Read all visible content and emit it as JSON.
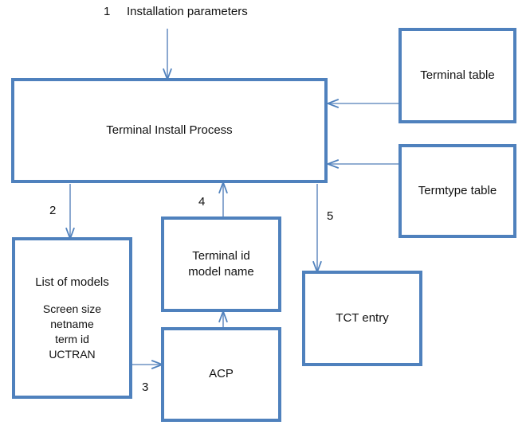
{
  "diagram": {
    "title_label": "Installation parameters",
    "accent_color": "#4f81bd",
    "text_color": "#111111",
    "background_color": "#ffffff",
    "nodes": [
      {
        "id": "terminal-install-process",
        "label": "Terminal Install Process"
      },
      {
        "id": "terminal-table",
        "label": "Terminal table"
      },
      {
        "id": "termtype-table",
        "label": "Termtype table"
      },
      {
        "id": "list-of-models",
        "label_title": "List of models",
        "label_lines": [
          "Screen size",
          "netname",
          "term id",
          "UCTRAN"
        ]
      },
      {
        "id": "terminal-id-model-name",
        "label_line1": "Terminal id",
        "label_line2": "model name"
      },
      {
        "id": "acp",
        "label": "ACP"
      },
      {
        "id": "tct-entry",
        "label": "TCT entry"
      }
    ],
    "flow_numbers": {
      "one": "1",
      "two": "2",
      "three": "3",
      "four": "4",
      "five": "5"
    }
  }
}
